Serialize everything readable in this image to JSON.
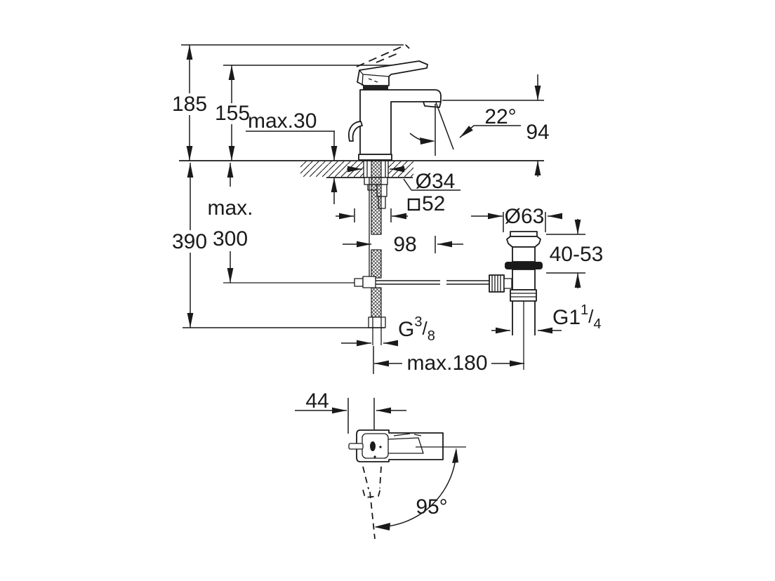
{
  "drawing": {
    "type": "faucet installation dimensional drawing",
    "colors": {
      "line": "#1a1a1a",
      "background": "#ffffff"
    },
    "dims": {
      "d185": "185",
      "d155": "155",
      "max30": "max.30",
      "angle22": "22°",
      "d94": "94",
      "dia34": "Ø34",
      "sq52": "52",
      "d98": "98",
      "dia63": "Ø63",
      "max_word": "max.",
      "d300": "300",
      "d390": "390",
      "range40_53": "40-53",
      "g114_prefix": "G1",
      "g114_num": "1",
      "g114_slash": "/",
      "g114_den": "4",
      "g38_prefix": "G",
      "g38_num": "3",
      "g38_slash": "/",
      "g38_den": "8",
      "max180": "max.180",
      "d44": "44",
      "angle95": "95°"
    }
  }
}
